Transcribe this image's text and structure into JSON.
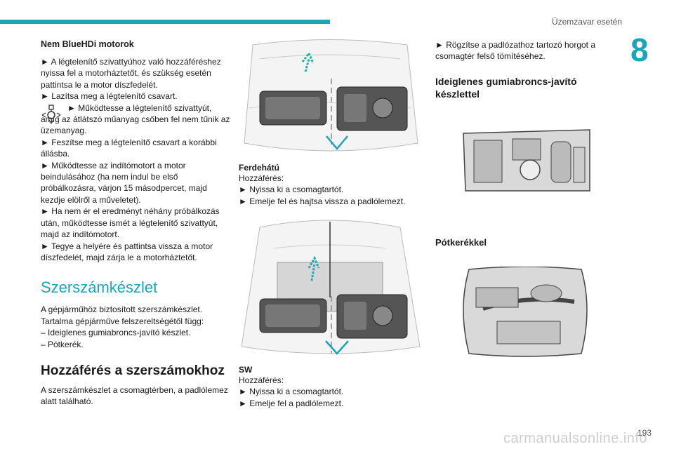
{
  "header": {
    "title": "Üzemzavar esetén",
    "chapter": "8"
  },
  "col1": {
    "heading": "Nem BlueHDi motorok",
    "para1": "► A légtelenítő szivattyúhoz való hozzáféréshez nyissa fel a motorháztetőt, és szükség esetén pattintsa le a motor díszfedelét.",
    "para2": "► Lazítsa meg a légtelenítő csavart.",
    "para3a": "► Működtesse a légtelenítő szivattyút,",
    "para3b": "amíg az átlátszó műanyag csőben fel nem tűnik az üzemanyag.",
    "para4": "► Feszítse meg a légtelenítő csavart a korábbi állásba.",
    "para5": "► Működtesse az indítómotort a motor beindulásához (ha nem indul be első próbálkozásra, várjon 15 másodpercet, majd kezdje elölről a műveletet).",
    "para6": "► Ha nem ér el eredményt néhány próbálkozás után, működtesse ismét a légtelenítő szivattyút, majd az indítómotort.",
    "para7": "► Tegye a helyére és pattintsa vissza a motor díszfedelét, majd zárja le a motorháztetőt.",
    "section_title": "Szerszámkészlet",
    "para8": "A gépjárműhöz biztosított szerszámkészlet. Tartalma gépjárműve felszereltségétől függ:",
    "list1": "– Ideiglenes gumiabroncs-javító készlet.",
    "list2": "– Pótkerék.",
    "sub_title": "Hozzáférés a szerszámokhoz",
    "para9": "A szerszámkészlet a csomagtérben, a padlólemez alatt található."
  },
  "col2": {
    "cap1_title": "Ferdehátú",
    "cap1_line1": "Hozzáférés:",
    "cap1_line2": "► Nyissa ki a csomagtartót.",
    "cap1_line3": "► Emelje fel és hajtsa vissza a padlólemezt.",
    "cap2_title": "SW",
    "cap2_line1": "Hozzáférés:",
    "cap2_line2": "► Nyissa ki a csomagtartót.",
    "cap2_line3": "► Emelje fel a padlólemezt."
  },
  "col3": {
    "para1": "► Rögzítse a padlózathoz tartozó horgot a csomagtér felső tömítéséhez.",
    "sub_title": "Ideiglenes gumiabroncs-javító készlettel",
    "sub_title2": "Pótkerékkel"
  },
  "footer": {
    "page": "193",
    "watermark": "carmanualsonline.info"
  },
  "colors": {
    "accent": "#1aa6b7"
  }
}
